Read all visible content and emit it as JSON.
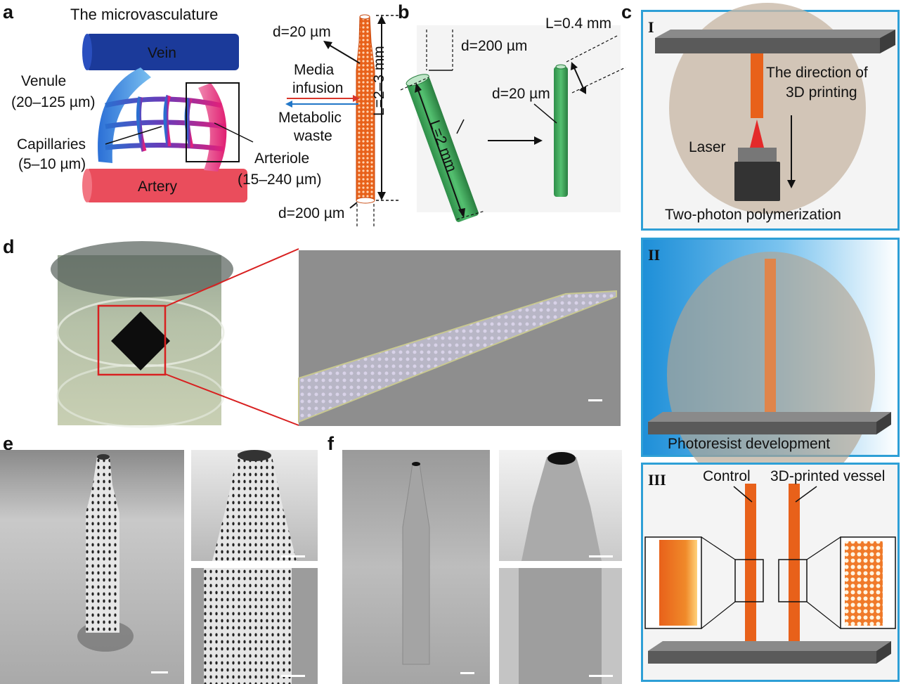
{
  "panels": {
    "a": {
      "letter": "a",
      "title": "The microvasculature",
      "vein": "Vein",
      "venule": "Venule",
      "venule_size": "(20–125 µm)",
      "capillaries": "Capillaries",
      "capillaries_size": "(5–10 µm)",
      "arteriole": "Arteriole",
      "arteriole_size": "(15–240 µm)",
      "artery": "Artery",
      "d_top": "d=20 µm",
      "media_line1": "Media",
      "media_line2": "infusion",
      "metabolic_line1": "Metabolic",
      "metabolic_line2": "waste",
      "length": "L=2–3 mm",
      "d_bottom": "d=200 µm"
    },
    "b": {
      "letter": "b",
      "d_large": "d=200 µm",
      "d_small": "d=20 µm",
      "length_long": "L=2 mm",
      "length_short": "L=0.4 mm"
    },
    "c": {
      "letter": "c",
      "step1": {
        "numeral": "I",
        "direction_line1": "The direction of",
        "direction_line2": "3D printing",
        "laser": "Laser",
        "caption": "Two-photon polymerization"
      },
      "step2": {
        "numeral": "II",
        "caption": "Photoresist development"
      },
      "step3": {
        "numeral": "III",
        "control": "Control",
        "printed": "3D-printed vessel"
      }
    },
    "d": {
      "letter": "d"
    },
    "e": {
      "letter": "e"
    },
    "f": {
      "letter": "f"
    }
  },
  "colors": {
    "frame_blue": "#2e9fd6",
    "vessel_orange": "#e8611a",
    "tube_green": "#3aa65a",
    "vein_blue": "#1b3a9a",
    "artery_red": "#ea4d5c"
  }
}
